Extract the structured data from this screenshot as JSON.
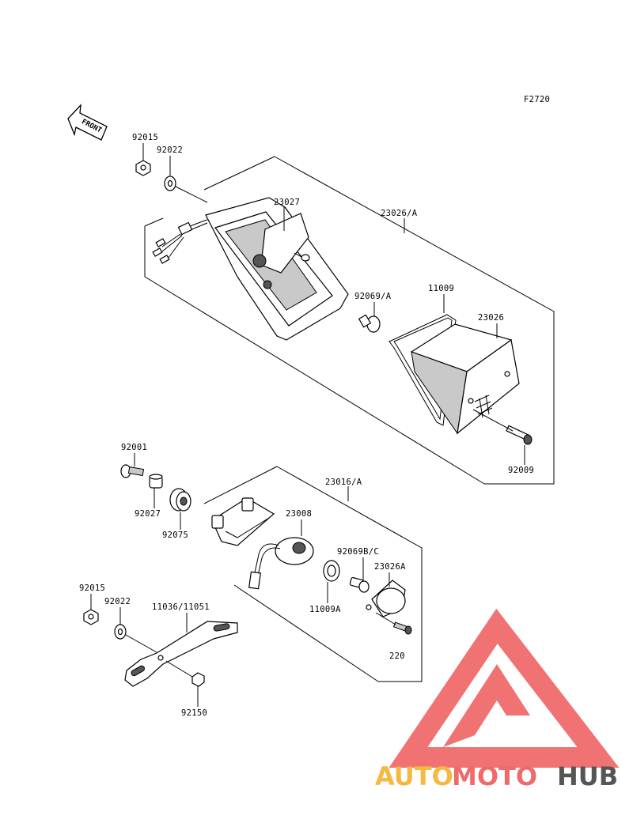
{
  "figure_code": "F2720",
  "front_label": "FRONT",
  "parts": {
    "p92015_top": "92015",
    "p92022_top": "92022",
    "p23027": "23027",
    "p23026A": "23026/A",
    "p92069A": "92069/A",
    "p11009": "11009",
    "p23026": "23026",
    "p92009": "92009",
    "p92001": "92001",
    "p92027": "92027",
    "p92075": "92075",
    "p23016A": "23016/A",
    "p23008": "23008",
    "p92069BC": "92069B/C",
    "p23026A_small": "23026A",
    "p11009A": "11009A",
    "p220": "220",
    "p92015_bot": "92015",
    "p92022_bot": "92022",
    "p11036": "11036/11051",
    "p92150": "92150"
  },
  "watermark": {
    "text_part1": "AUTO",
    "text_part2": "MOTO",
    "text_part3": "HUB",
    "color1": "#f5b942",
    "color2": "#ef6b6b",
    "color3": "#555555",
    "logo_color": "#ee5a5a"
  }
}
